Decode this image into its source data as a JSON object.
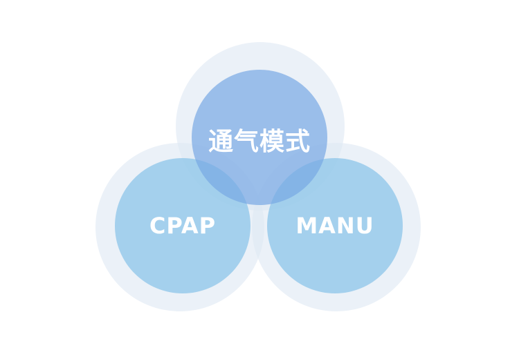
{
  "diagram": {
    "center_label": "通气模式",
    "left_label": "CPAP",
    "right_label": "MANU"
  },
  "colors": {
    "background": "#ffffff",
    "halo": "#dee8f4",
    "left_circle": "#8fc6e9",
    "right_circle": "#8fc6e9",
    "top_circle": "#78a8e4",
    "text": "#ffffff"
  }
}
